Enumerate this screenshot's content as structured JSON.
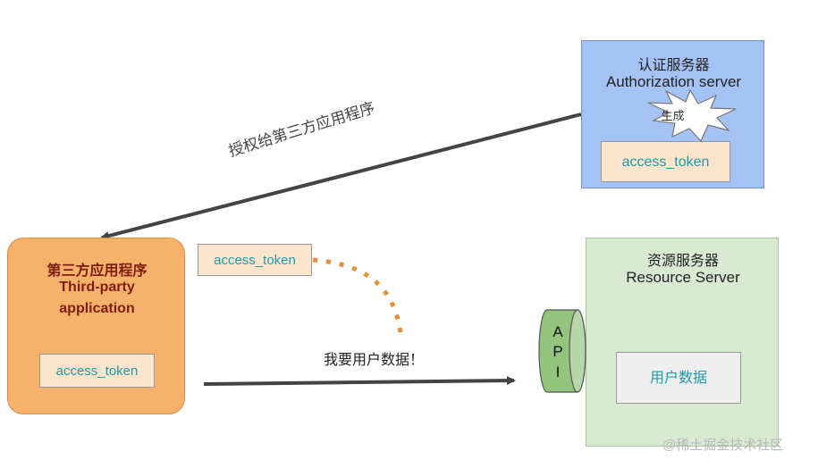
{
  "auth_server": {
    "title_cn": "认证服务器",
    "title_en": "Authorization server",
    "burst_label": "生成",
    "token": "access_token"
  },
  "grant_label": "授权给第三方应用程序",
  "third_party": {
    "title_cn": "第三方应用程序",
    "title_en_line1": "Third-party",
    "title_en_line2": "application",
    "token": "access_token"
  },
  "floating_token": "access_token",
  "request_label": "我要用户数据！",
  "resource_server": {
    "title_cn": "资源服务器",
    "title_en": "Resource Server",
    "api_letters": [
      "A",
      "P",
      "I"
    ],
    "user_data": "用户数据"
  },
  "watermark": "@稀土掘金技术社区",
  "colors": {
    "auth_bg": "#a4c2f4",
    "third_party_bg": "#f6b26b",
    "resource_bg": "#d9ead3",
    "api_cylinder": "#93c47d",
    "token_bg": "#fce5cd",
    "token_text": "#1f9aa8",
    "arrow": "#444444",
    "dotted_line": "#e69138"
  }
}
